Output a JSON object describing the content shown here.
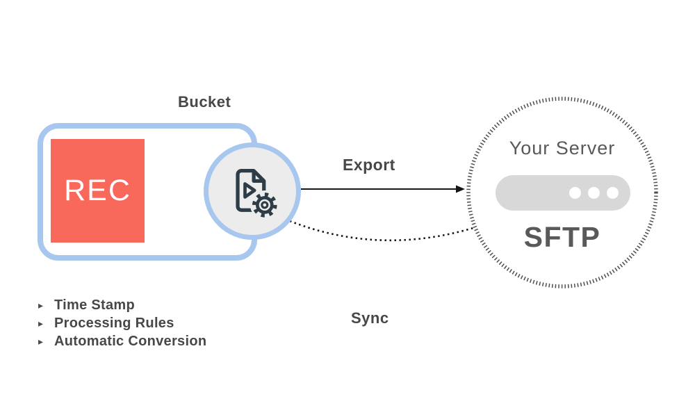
{
  "diagram": {
    "bucket": {
      "label": "Bucket",
      "rec_label": "REC"
    },
    "connectors": {
      "export_label": "Export",
      "sync_label": "Sync"
    },
    "server": {
      "title": "Your Server",
      "protocol": "SFTP"
    },
    "features": [
      {
        "label": "Time Stamp"
      },
      {
        "label": "Processing Rules"
      },
      {
        "label": "Automatic Conversion"
      }
    ],
    "icons": {
      "bullet_glyph": "▸",
      "processing_icon": "video-file-with-gear"
    },
    "colors": {
      "accent_blue": "#a7c7ef",
      "rec_red": "#f9695b",
      "icon_dark": "#2d3c46",
      "label_gray": "#474747",
      "server_text_gray": "#58595b",
      "pill_gray": "#d8d8d8",
      "circle_fill": "#ececec",
      "connector_black": "#161616",
      "stitch_gray": "#4d4d4d"
    }
  }
}
